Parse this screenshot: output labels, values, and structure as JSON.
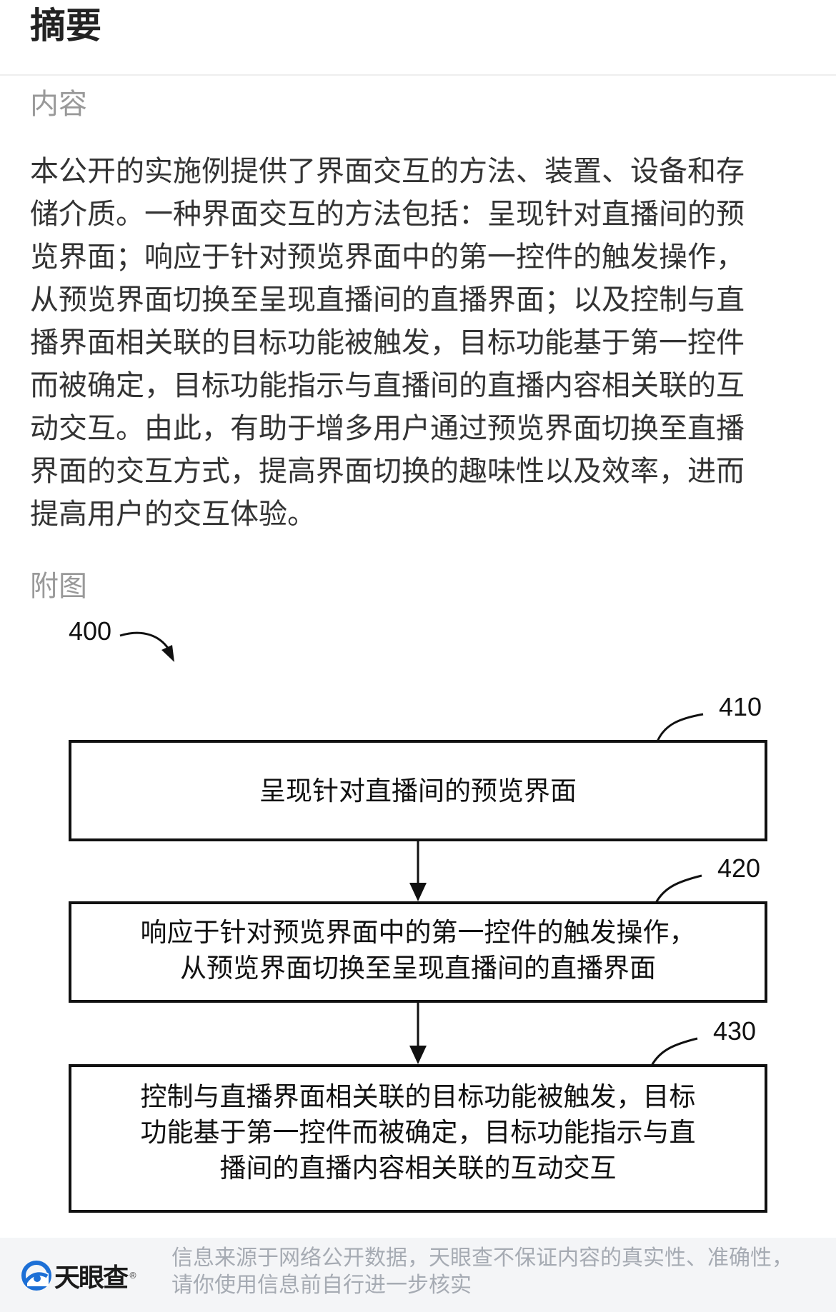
{
  "header": {
    "title": "摘要"
  },
  "content_section": {
    "label": "内容",
    "abstract_lines": [
      "本公开的实施例提供了界面交互的方法、装置、设备和存",
      "储介质。一种界面交互的方法包括：呈现针对直播间的预",
      "览界面；响应于针对预览界面中的第一控件的触发操作，",
      "从预览界面切换至呈现直播间的直播界面；以及控制与直",
      "播界面相关联的目标功能被触发，目标功能基于第一控件",
      "而被确定，目标功能指示与直播间的直播内容相关联的互",
      "动交互。由此，有助于增多用户通过预览界面切换至直播",
      "界面的交互方式，提高界面切换的趣味性以及效率，进而",
      "提高用户的交互体验。"
    ]
  },
  "figure_section": {
    "label": "附图",
    "figure_number": "400",
    "steps": [
      {
        "number": "410",
        "lines": [
          "呈现针对直播间的预览界面"
        ]
      },
      {
        "number": "420",
        "lines": [
          "响应于针对预览界面中的第一控件的触发操作，",
          "从预览界面切换至呈现直播间的直播界面"
        ]
      },
      {
        "number": "430",
        "lines": [
          "控制与直播界面相关联的目标功能被触发，目标",
          "功能基于第一控件而被确定，目标功能指示与直",
          "播间的直播内容相关联的互动交互"
        ]
      }
    ]
  },
  "footer": {
    "brand": "天眼查",
    "disclaimer_lines": [
      "信息来源于网络公开数据，天眼查不保证内容的真实性、准确性，",
      "请你使用信息前自行进一步核实"
    ],
    "brand_color": "#1c6fd6"
  }
}
